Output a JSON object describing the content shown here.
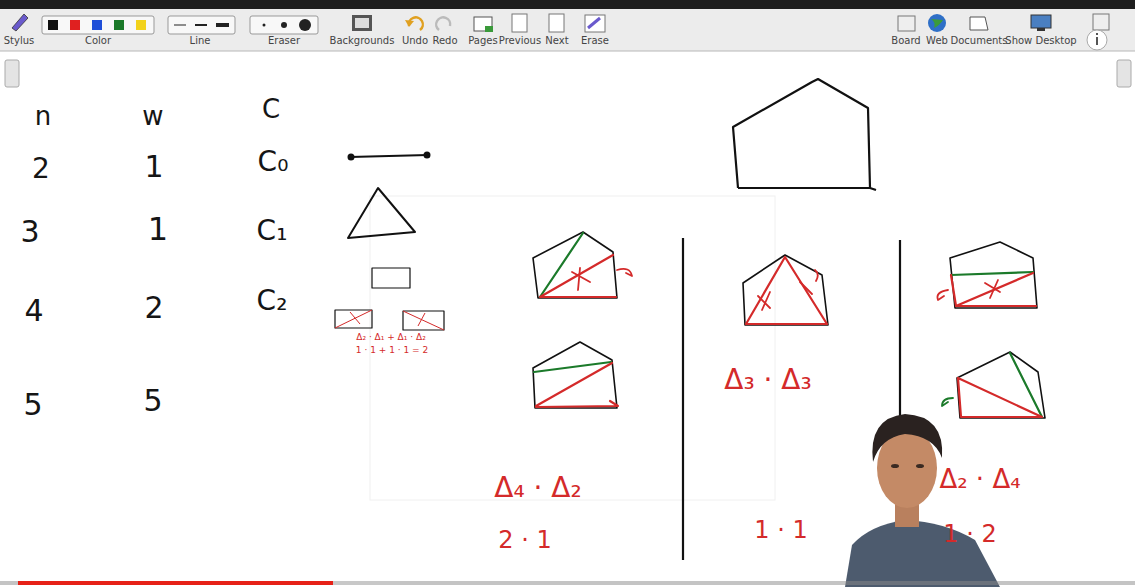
{
  "diagram": {
    "labels": [
      "Stylus",
      "Color",
      "Line",
      "Eraser",
      "Backgrounds",
      "Undo",
      "Redo",
      "Pages",
      "Previous",
      "Next",
      "Erase",
      "Board",
      "Web",
      "Documents",
      "Show Desktop",
      "n",
      "w",
      "C",
      "2",
      "1",
      "C₀",
      "3",
      "1",
      "C₁",
      "4",
      "2",
      "C₂",
      "5",
      "5",
      "Δ₂ · Δ₁ + Δ₁ · Δ₂",
      "1 · 1 + 1 · 1 = 2",
      "Δ₄ · Δ₂",
      "2 · 1",
      "Δ₃ · Δ₃",
      "1 · 1",
      "Δ₂ · Δ₄",
      "1 · 2"
    ]
  }
}
